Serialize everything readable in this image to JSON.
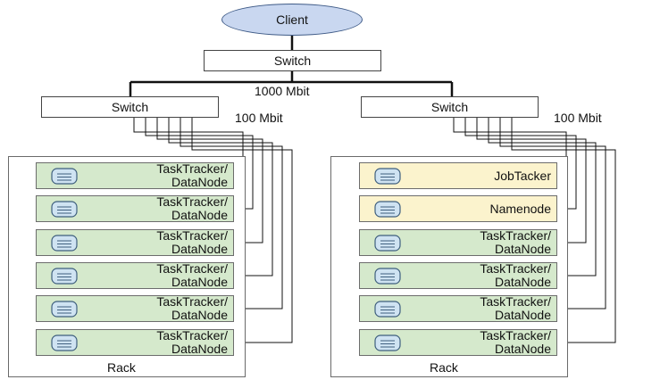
{
  "client": {
    "label": "Client"
  },
  "core_switch": {
    "label": "Switch"
  },
  "uplink_speed": "1000 Mbit",
  "racks": [
    {
      "switch_label": "Switch",
      "link_speed": "100 Mbit",
      "rack_label": "Rack",
      "nodes": [
        {
          "line1": "TaskTracker/",
          "line2": "DataNode",
          "color": "#d5e9cc",
          "icon": "disk-icon"
        },
        {
          "line1": "TaskTracker/",
          "line2": "DataNode",
          "color": "#d5e9cc",
          "icon": "disk-icon"
        },
        {
          "line1": "TaskTracker/",
          "line2": "DataNode",
          "color": "#d5e9cc",
          "icon": "disk-icon"
        },
        {
          "line1": "TaskTracker/",
          "line2": "DataNode",
          "color": "#d5e9cc",
          "icon": "disk-icon"
        },
        {
          "line1": "TaskTracker/",
          "line2": "DataNode",
          "color": "#d5e9cc",
          "icon": "disk-icon"
        },
        {
          "line1": "TaskTracker/",
          "line2": "DataNode",
          "color": "#d5e9cc",
          "icon": "disk-icon"
        }
      ]
    },
    {
      "switch_label": "Switch",
      "link_speed": "100 Mbit",
      "rack_label": "Rack",
      "nodes": [
        {
          "line1": "JobTacker",
          "line2": "",
          "color": "#fbf3cd",
          "icon": "disk-icon"
        },
        {
          "line1": "Namenode",
          "line2": "",
          "color": "#fbf3cd",
          "icon": "disk-icon"
        },
        {
          "line1": "TaskTracker/",
          "line2": "DataNode",
          "color": "#d5e9cc",
          "icon": "disk-icon"
        },
        {
          "line1": "TaskTracker/",
          "line2": "DataNode",
          "color": "#d5e9cc",
          "icon": "disk-icon"
        },
        {
          "line1": "TaskTracker/",
          "line2": "DataNode",
          "color": "#d5e9cc",
          "icon": "disk-icon"
        },
        {
          "line1": "TaskTracker/",
          "line2": "DataNode",
          "color": "#d5e9cc",
          "icon": "disk-icon"
        }
      ]
    }
  ],
  "colors": {
    "wire": "#111111",
    "client_fill": "#c9d7f0",
    "node_border": "#6c6c6c"
  }
}
